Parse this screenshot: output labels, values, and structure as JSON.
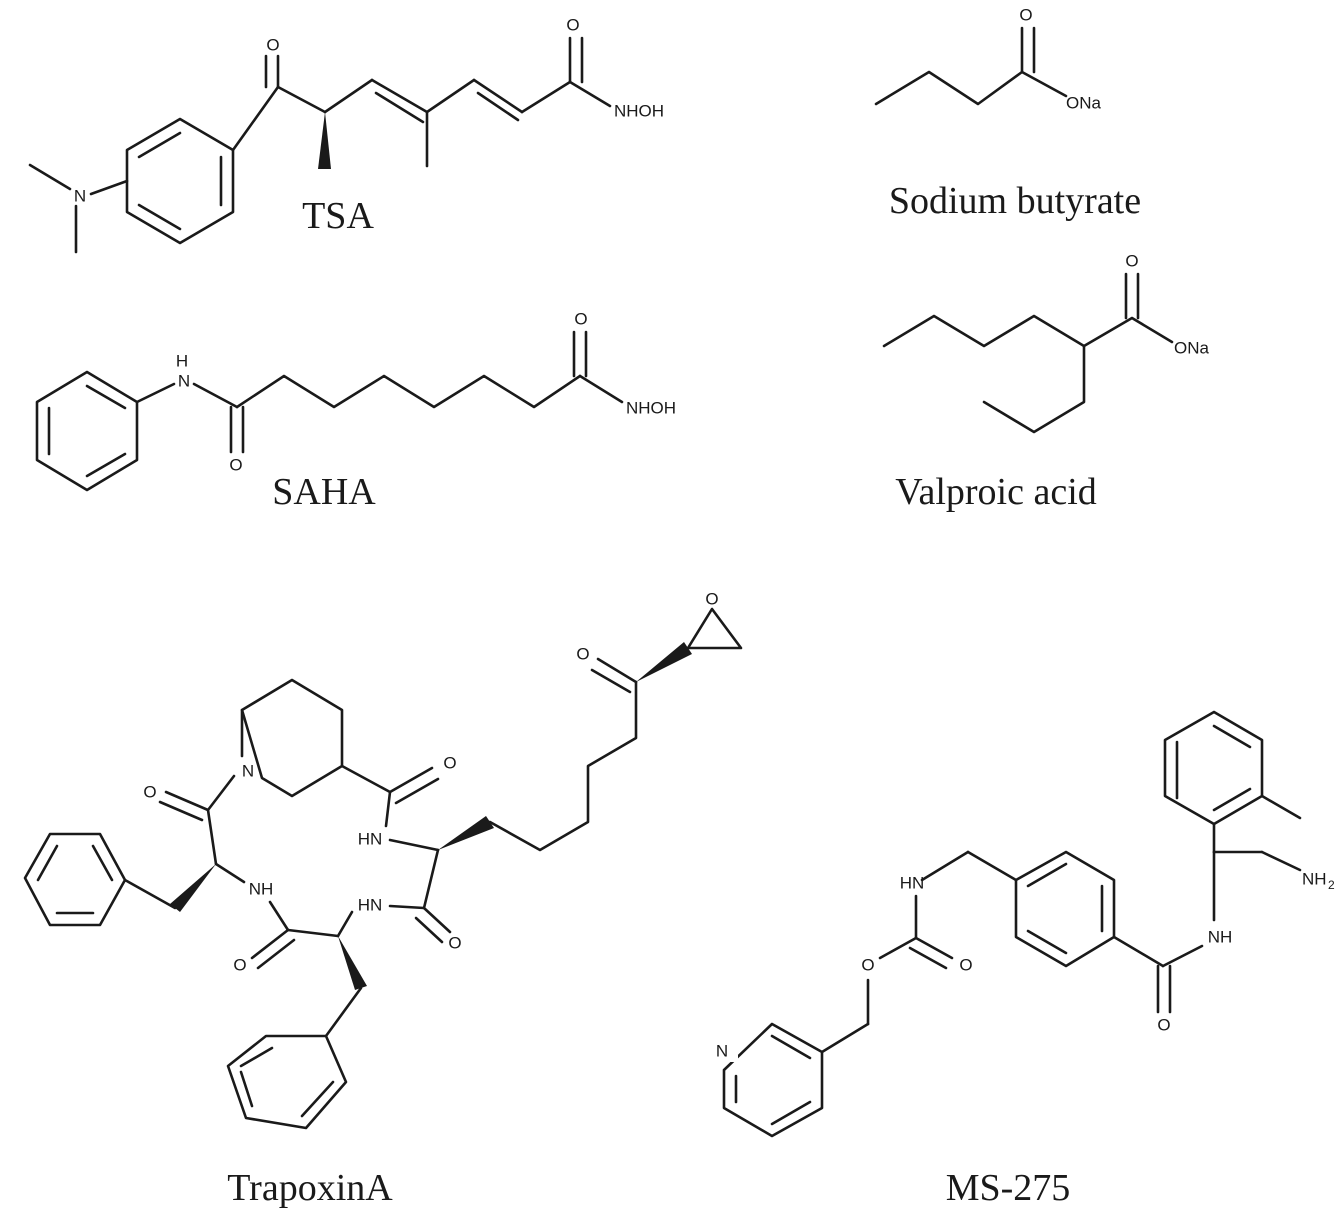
{
  "figure": {
    "molecules": [
      {
        "key": "tsa",
        "name": "TSA",
        "atoms": {
          "o1": "O",
          "nhoh": "NHOH",
          "n": "N"
        }
      },
      {
        "key": "sodium_butyrate",
        "name": "Sodium butyrate",
        "atoms": {
          "o1": "O",
          "ona": "ONa"
        }
      },
      {
        "key": "saha",
        "name": "SAHA",
        "atoms": {
          "h": "H",
          "n": "N",
          "o1": "O",
          "o2": "O",
          "nhoh": "NHOH"
        }
      },
      {
        "key": "valproic_acid",
        "name": "Valproic acid",
        "atoms": {
          "o1": "O",
          "ona": "ONa"
        }
      },
      {
        "key": "trapoxin_a",
        "name": "TrapoxinA",
        "atoms": {
          "o_epox": "O",
          "o_keto": "O",
          "n_pip": "N",
          "o_pip": "O",
          "o_left": "O",
          "hn_right": "HN",
          "nh_left": "NH",
          "hn_bottom": "HN",
          "o_bl": "O",
          "o_br": "O"
        }
      },
      {
        "key": "ms_275",
        "name": "MS-275",
        "atoms": {
          "nh2": "NH",
          "nh2_sub": "2",
          "nh": "NH",
          "o_amide": "O",
          "hn": "HN",
          "o_carb": "O",
          "o_ester": "O",
          "n_pyr": "N"
        }
      }
    ]
  }
}
